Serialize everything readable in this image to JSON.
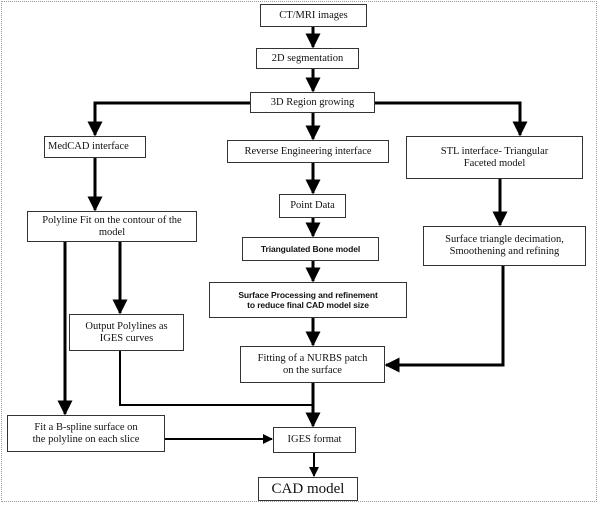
{
  "nodes": {
    "ct_mri": "CT/MRI images",
    "seg2d": "2D segmentation",
    "region3d": "3D Region growing",
    "medcad": "MedCAD interface",
    "reverse_eng": "Reverse Engineering interface",
    "stl": "STL interface- Triangular\nFaceted model",
    "polyline_fit": "Polyline Fit on the contour of the\nmodel",
    "point_data": "Point Data",
    "triangulated": "Triangulated Bone model",
    "decimation": "Surface triangle decimation,\nSmoothening and refining",
    "surface_proc": "Surface Processing and refinement\nto reduce final CAD model size",
    "output_polylines": "Output Polylines as\nIGES curves",
    "nurbs": "Fitting of a NURBS patch\non the surface",
    "bspline": "Fit a B-spline surface on\nthe polyline on each slice",
    "iges": "IGES format",
    "cad_model": "CAD model"
  }
}
